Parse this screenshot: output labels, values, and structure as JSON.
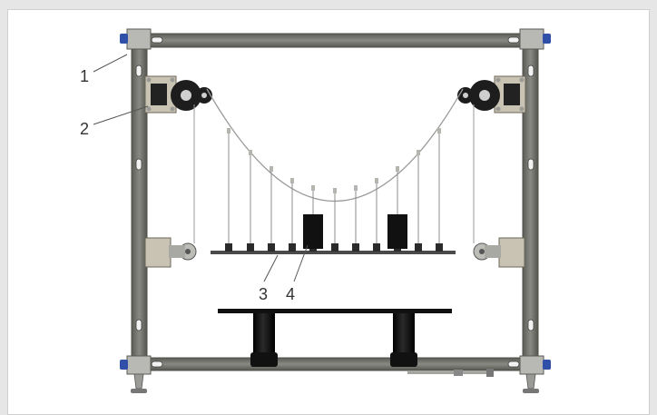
{
  "diagram": {
    "labels": {
      "frame": "1",
      "pulley_block": "2",
      "beam": "3",
      "hanger": "4"
    },
    "colors": {
      "frame": "#7d7d78",
      "frame_edge": "#4f4f4a",
      "foot_cap": "#2f4fa8",
      "cable": "#9a9a9a",
      "mass": "#111111",
      "beam": "#4a4a4a",
      "background": "#ffffff"
    }
  }
}
